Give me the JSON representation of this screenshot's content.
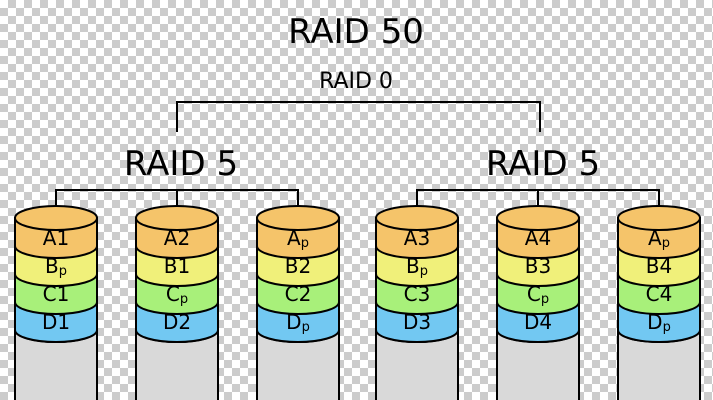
{
  "diagram": {
    "title": "RAID 50",
    "top_level": "RAID 0",
    "groups": [
      {
        "label": "RAID 5",
        "disks": [
          {
            "blocks": [
              {
                "main": "A1",
                "sub": ""
              },
              {
                "main": "B",
                "sub": "p"
              },
              {
                "main": "C1",
                "sub": ""
              },
              {
                "main": "D1",
                "sub": ""
              }
            ]
          },
          {
            "blocks": [
              {
                "main": "A2",
                "sub": ""
              },
              {
                "main": "B1",
                "sub": ""
              },
              {
                "main": "C",
                "sub": "p"
              },
              {
                "main": "D2",
                "sub": ""
              }
            ]
          },
          {
            "blocks": [
              {
                "main": "A",
                "sub": "p"
              },
              {
                "main": "B2",
                "sub": ""
              },
              {
                "main": "C2",
                "sub": ""
              },
              {
                "main": "D",
                "sub": "p"
              }
            ]
          }
        ]
      },
      {
        "label": "RAID 5",
        "disks": [
          {
            "blocks": [
              {
                "main": "A3",
                "sub": ""
              },
              {
                "main": "B",
                "sub": "p"
              },
              {
                "main": "C3",
                "sub": ""
              },
              {
                "main": "D3",
                "sub": ""
              }
            ]
          },
          {
            "blocks": [
              {
                "main": "A4",
                "sub": ""
              },
              {
                "main": "B3",
                "sub": ""
              },
              {
                "main": "C",
                "sub": "p"
              },
              {
                "main": "D4",
                "sub": ""
              }
            ]
          },
          {
            "blocks": [
              {
                "main": "A",
                "sub": "p"
              },
              {
                "main": "B4",
                "sub": ""
              },
              {
                "main": "C4",
                "sub": ""
              },
              {
                "main": "D",
                "sub": "p"
              }
            ]
          }
        ]
      }
    ],
    "colors": {
      "row_a": "#f5c46a",
      "row_b": "#f0f07a",
      "row_c": "#a8f07a",
      "row_d": "#72c8f2",
      "disk_body": "#d9d9d9",
      "background_check": "#cccccc"
    }
  }
}
